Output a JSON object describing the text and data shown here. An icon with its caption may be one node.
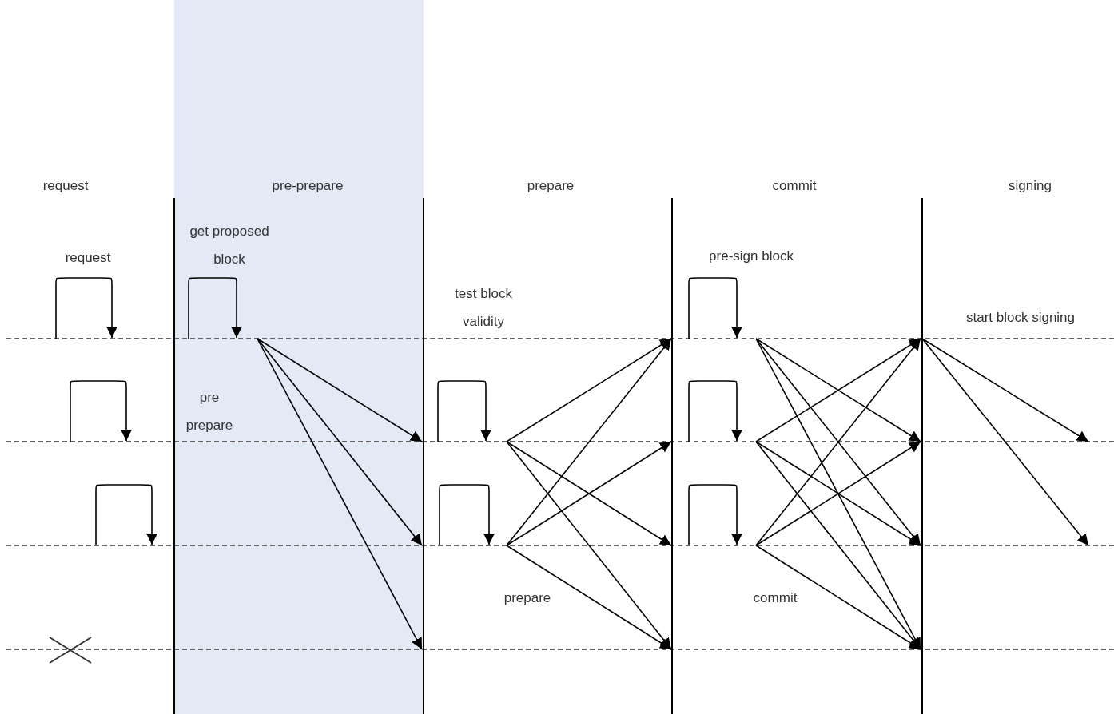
{
  "diagram": {
    "nodes": [
      {
        "text": [],
        "shape": "line"
      },
      {
        "text": [],
        "shape": "line"
      },
      {
        "text": [],
        "shape": "line"
      },
      {
        "text": [],
        "shape": "line"
      }
    ],
    "edges": [
      {
        "from": 0,
        "to": 0,
        "arrow": "to"
      },
      {
        "from": 1,
        "to": 1,
        "arrow": "to"
      },
      {
        "from": 2,
        "to": 2,
        "arrow": "to"
      },
      {
        "from": 0,
        "to": 0,
        "arrow": "to"
      },
      {
        "from": 0,
        "to": 1,
        "arrow": "to"
      },
      {
        "from": 0,
        "to": 2,
        "arrow": "to"
      },
      {
        "from": 0,
        "to": 3,
        "arrow": "to"
      },
      {
        "from": 1,
        "to": 1,
        "arrow": "to"
      },
      {
        "from": 2,
        "to": 2,
        "arrow": "to"
      },
      {
        "from": 1,
        "to": 0,
        "arrow": "to"
      },
      {
        "from": 1,
        "to": 2,
        "arrow": "to"
      },
      {
        "from": 1,
        "to": 3,
        "arrow": "to"
      },
      {
        "from": 2,
        "to": 0,
        "arrow": "to"
      },
      {
        "from": 2,
        "to": 1,
        "arrow": "to"
      },
      {
        "from": 2,
        "to": 3,
        "arrow": "to"
      },
      {
        "from": 0,
        "to": 0,
        "arrow": "to"
      },
      {
        "from": 1,
        "to": 1,
        "arrow": "to"
      },
      {
        "from": 2,
        "to": 2,
        "arrow": "to"
      },
      {
        "from": 0,
        "to": 1,
        "arrow": "to"
      },
      {
        "from": 0,
        "to": 2,
        "arrow": "to"
      },
      {
        "from": 0,
        "to": 3,
        "arrow": "to"
      },
      {
        "from": 1,
        "to": 0,
        "arrow": "to"
      },
      {
        "from": 1,
        "to": 2,
        "arrow": "to"
      },
      {
        "from": 1,
        "to": 3,
        "arrow": "to"
      },
      {
        "from": 2,
        "to": 0,
        "arrow": "to"
      },
      {
        "from": 2,
        "to": 1,
        "arrow": "to"
      },
      {
        "from": 2,
        "to": 3,
        "arrow": "to"
      },
      {
        "from": 0,
        "to": 1,
        "arrow": "to"
      },
      {
        "from": 0,
        "to": 2,
        "arrow": "to"
      }
    ],
    "labels": [
      "request",
      "pre-prepare",
      "prepare",
      "commit",
      "signing",
      "get proposed block",
      "request",
      "pre-sign block",
      "start block signing",
      "test block validity",
      "pre prepare",
      "prepare",
      "commit"
    ]
  }
}
